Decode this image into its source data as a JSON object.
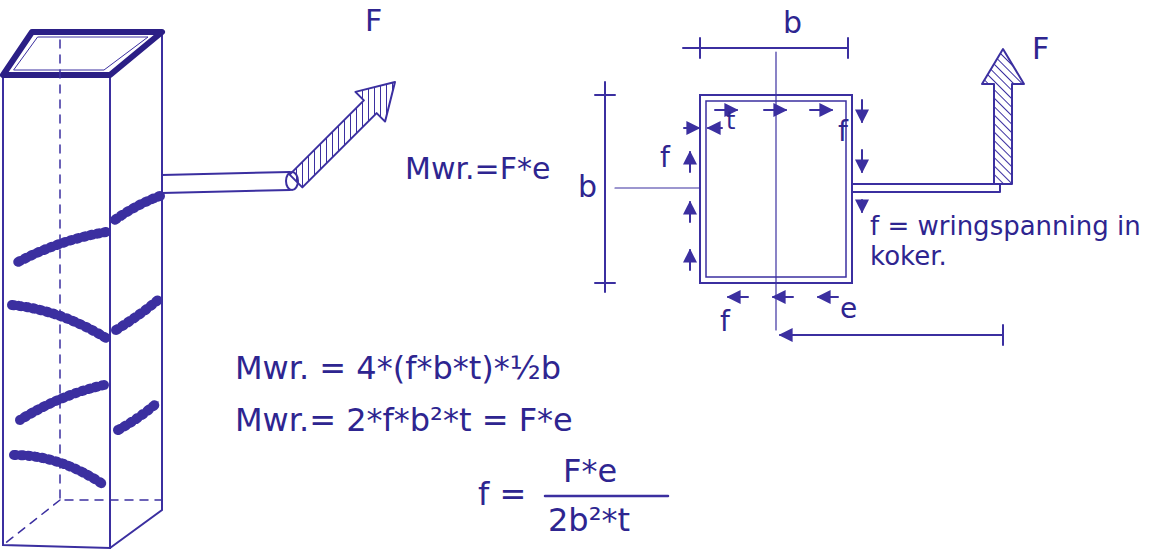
{
  "diagram": {
    "labels": [
      "F",
      "b",
      "f",
      "f",
      "t",
      "F",
      "Mwr.=F*e",
      "b",
      "f = wringspanning in koker.",
      "f",
      "e",
      "Mwr. = 4*(f*b*t)*½b",
      "Mwr.= 2*f*b²*t = F*e",
      "f =",
      "F*e",
      "2b²*t"
    ]
  }
}
